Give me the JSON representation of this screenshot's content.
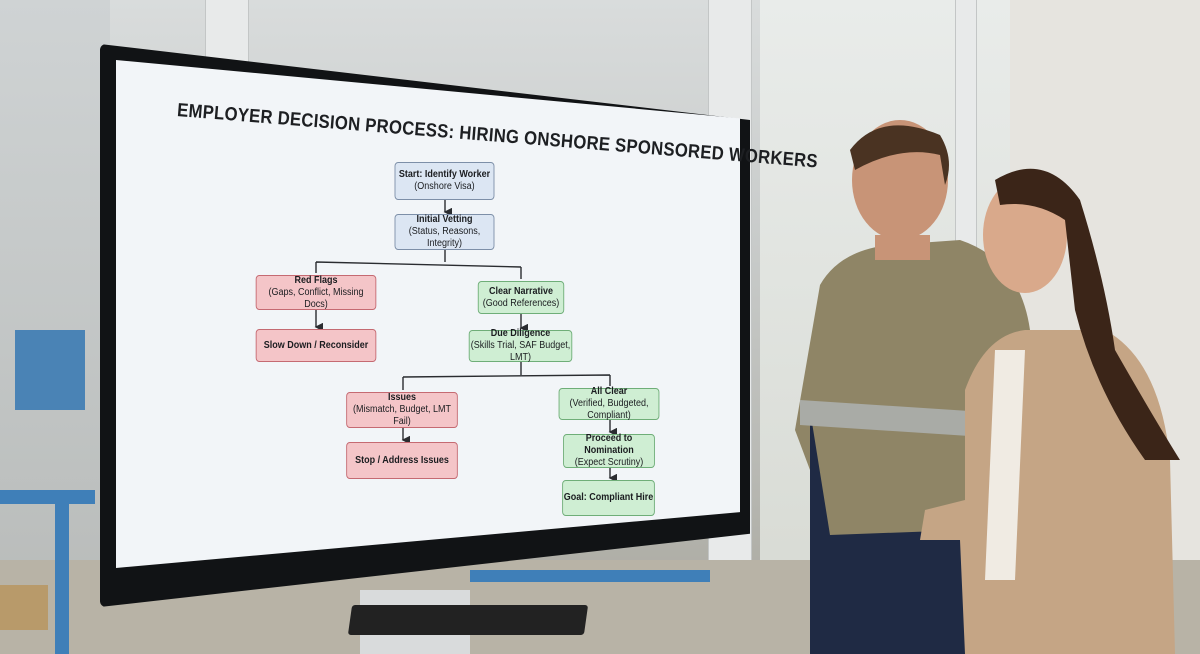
{
  "diagram": {
    "title": "EMPLOYER DECISION PROCESS: HIRING ONSHORE SPONSORED WORKERS",
    "nodes": {
      "start": {
        "label": "Start: Identify Worker",
        "sub": "(Onshore Visa)",
        "color": "#dce6f3"
      },
      "vetting": {
        "label": "Initial Vetting",
        "sub": "(Status, Reasons, Integrity)",
        "color": "#dce6f3"
      },
      "red_flags": {
        "label": "Red Flags",
        "sub": "(Gaps, Conflict, Missing Docs)",
        "color": "#f4c5c8"
      },
      "slow_down": {
        "label": "Slow Down / Reconsider",
        "color": "#f4c5c8"
      },
      "clear_narrative": {
        "label": "Clear Narrative",
        "sub": "(Good References)",
        "color": "#cfeed3"
      },
      "due_diligence": {
        "label": "Due Diligence",
        "sub": "(Skills Trial, SAF Budget, LMT)",
        "color": "#cfeed3"
      },
      "issues": {
        "label": "Issues",
        "sub": "(Mismatch, Budget, LMT Fail)",
        "color": "#f4c5c8"
      },
      "stop": {
        "label": "Stop / Address Issues",
        "color": "#f4c5c8"
      },
      "all_clear": {
        "label": "All Clear",
        "sub": "(Verified, Budgeted, Compliant)",
        "color": "#cfeed3"
      },
      "nomination": {
        "label": "Proceed to Nomination",
        "sub": "(Expect Scrutiny)",
        "color": "#cfeed3"
      },
      "goal": {
        "label": "Goal: Compliant Hire",
        "color": "#cfeed3"
      }
    },
    "edges": [
      [
        "start",
        "vetting"
      ],
      [
        "vetting",
        "red_flags"
      ],
      [
        "vetting",
        "clear_narrative"
      ],
      [
        "red_flags",
        "slow_down"
      ],
      [
        "clear_narrative",
        "due_diligence"
      ],
      [
        "due_diligence",
        "issues"
      ],
      [
        "due_diligence",
        "all_clear"
      ],
      [
        "issues",
        "stop"
      ],
      [
        "all_clear",
        "nomination"
      ],
      [
        "nomination",
        "goal"
      ]
    ]
  }
}
